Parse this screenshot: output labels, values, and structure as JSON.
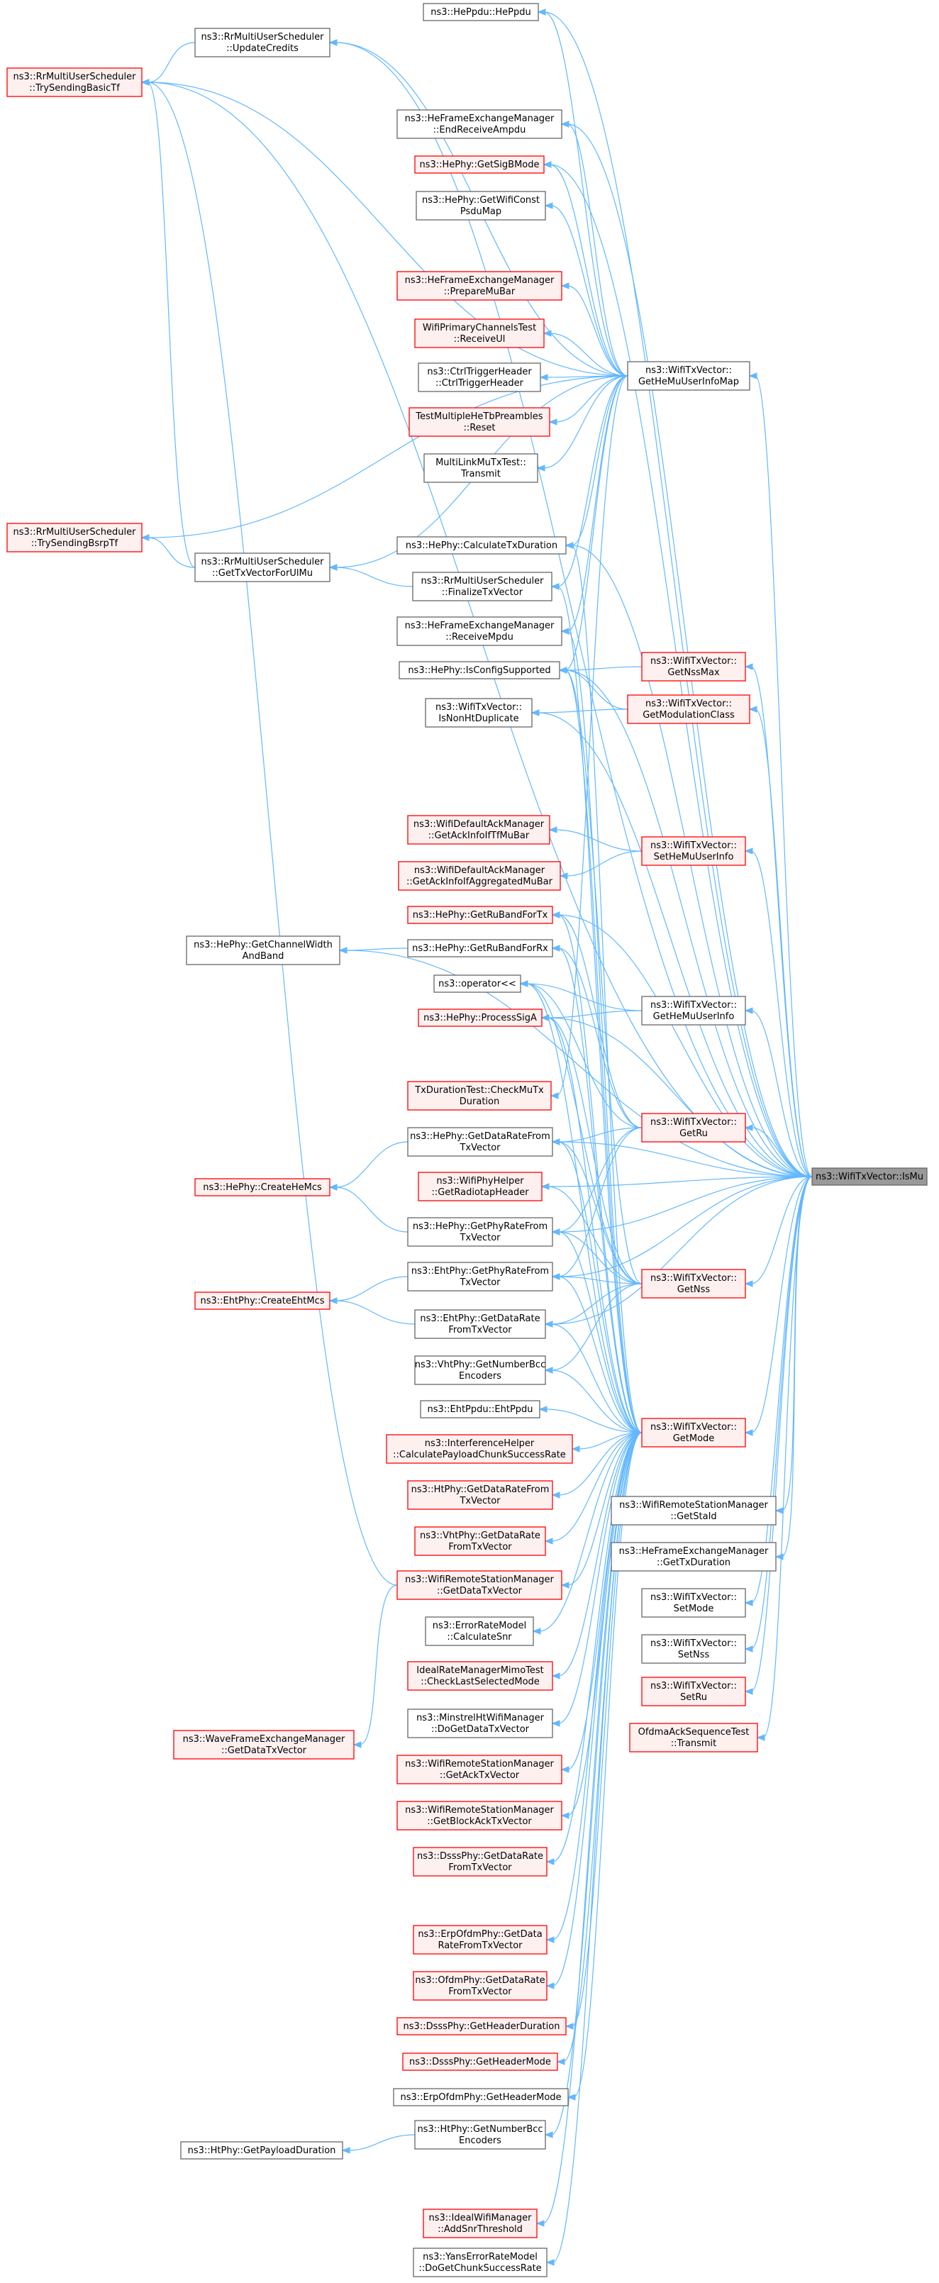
{
  "colors": {
    "edge": "#63b8ff",
    "node_border_normal": "#666666",
    "node_border_undocumented": "#ff0000",
    "node_fill_normal": "#ffffff",
    "node_fill_undocumented": "#fff0f0",
    "node_fill_focus": "#999999",
    "node_border_focus": "#666666"
  },
  "nodes": [
    {
      "id": "IsMu",
      "lines": [
        "ns3::WifiTxVector::IsMu"
      ],
      "style": "focus"
    },
    {
      "id": "HePpdu",
      "lines": [
        "ns3::HePpdu::HePpdu"
      ],
      "style": "normal"
    },
    {
      "id": "UpdateCredits",
      "lines": [
        "ns3::RrMultiUserScheduler",
        "::UpdateCredits"
      ],
      "style": "normal"
    },
    {
      "id": "TrySendingBasicTf",
      "lines": [
        "ns3::RrMultiUserScheduler",
        "::TrySendingBasicTf"
      ],
      "style": "red"
    },
    {
      "id": "EndReceiveAmpdu",
      "lines": [
        "ns3::HeFrameExchangeManager",
        "::EndReceiveAmpdu"
      ],
      "style": "normal"
    },
    {
      "id": "GetSigBMode",
      "lines": [
        "ns3::HePhy::GetSigBMode"
      ],
      "style": "red"
    },
    {
      "id": "GetWifiConstPsduMap",
      "lines": [
        "ns3::HePhy::GetWifiConst",
        "PsduMap"
      ],
      "style": "normal"
    },
    {
      "id": "PrepareMuBar",
      "lines": [
        "ns3::HeFrameExchangeManager",
        "::PrepareMuBar"
      ],
      "style": "red"
    },
    {
      "id": "ReceiveUl",
      "lines": [
        "WifiPrimaryChannelsTest",
        "::ReceiveUl"
      ],
      "style": "red"
    },
    {
      "id": "CtrlTriggerHeader",
      "lines": [
        "ns3::CtrlTriggerHeader",
        "::CtrlTriggerHeader"
      ],
      "style": "normal"
    },
    {
      "id": "TbReset",
      "lines": [
        "TestMultipleHeTbPreambles",
        "::Reset"
      ],
      "style": "red"
    },
    {
      "id": "MultiLinkTransmit",
      "lines": [
        "MultiLinkMuTxTest::",
        "Transmit"
      ],
      "style": "normal"
    },
    {
      "id": "GetHeMuUserInfoMap",
      "lines": [
        "ns3::WifiTxVector::",
        "GetHeMuUserInfoMap"
      ],
      "style": "normal"
    },
    {
      "id": "TrySendingBsrpTf",
      "lines": [
        "ns3::RrMultiUserScheduler",
        "::TrySendingBsrpTf"
      ],
      "style": "red"
    },
    {
      "id": "GetTxVectorForUlMu",
      "lines": [
        "ns3::RrMultiUserScheduler",
        "::GetTxVectorForUlMu"
      ],
      "style": "normal"
    },
    {
      "id": "CalculateTxDuration",
      "lines": [
        "ns3::HePhy::CalculateTxDuration"
      ],
      "style": "normal"
    },
    {
      "id": "FinalizeTxVector",
      "lines": [
        "ns3::RrMultiUserScheduler",
        "::FinalizeTxVector"
      ],
      "style": "normal"
    },
    {
      "id": "ReceiveMpdu",
      "lines": [
        "ns3::HeFrameExchangeManager",
        "::ReceiveMpdu"
      ],
      "style": "normal"
    },
    {
      "id": "IsConfigSupported",
      "lines": [
        "ns3::HePhy::IsConfigSupported"
      ],
      "style": "normal"
    },
    {
      "id": "IsNonHtDuplicate",
      "lines": [
        "ns3::WifiTxVector::",
        "IsNonHtDuplicate"
      ],
      "style": "normal"
    },
    {
      "id": "GetNssMax",
      "lines": [
        "ns3::WifiTxVector::",
        "GetNssMax"
      ],
      "style": "red"
    },
    {
      "id": "GetModulationClass",
      "lines": [
        "ns3::WifiTxVector::",
        "GetModulationClass"
      ],
      "style": "red"
    },
    {
      "id": "GetAckInfoIfTfMuBar",
      "lines": [
        "ns3::WifiDefaultAckManager",
        "::GetAckInfoIfTfMuBar"
      ],
      "style": "red"
    },
    {
      "id": "GetAckInfoIfAggregatedMuBar",
      "lines": [
        "ns3::WifiDefaultAckManager",
        "::GetAckInfoIfAggregatedMuBar"
      ],
      "style": "red"
    },
    {
      "id": "SetHeMuUserInfo",
      "lines": [
        "ns3::WifiTxVector::",
        "SetHeMuUserInfo"
      ],
      "style": "red"
    },
    {
      "id": "GetChannelWidthAndBand",
      "lines": [
        "ns3::HePhy::GetChannelWidth",
        "AndBand"
      ],
      "style": "normal"
    },
    {
      "id": "GetRuBandForTx",
      "lines": [
        "ns3::HePhy::GetRuBandForTx"
      ],
      "style": "red"
    },
    {
      "id": "GetRuBandForRx",
      "lines": [
        "ns3::HePhy::GetRuBandForRx"
      ],
      "style": "normal"
    },
    {
      "id": "operatorLtLt",
      "lines": [
        "ns3::operator<<"
      ],
      "style": "normal"
    },
    {
      "id": "ProcessSigA",
      "lines": [
        "ns3::HePhy::ProcessSigA"
      ],
      "style": "red"
    },
    {
      "id": "GetHeMuUserInfo",
      "lines": [
        "ns3::WifiTxVector::",
        "GetHeMuUserInfo"
      ],
      "style": "normal"
    },
    {
      "id": "CheckMuTxDuration",
      "lines": [
        "TxDurationTest::CheckMuTx",
        "Duration"
      ],
      "style": "red"
    },
    {
      "id": "GetRu",
      "lines": [
        "ns3::WifiTxVector::",
        "GetRu"
      ],
      "style": "red"
    },
    {
      "id": "HeGetDataRateFromTxVector",
      "lines": [
        "ns3::HePhy::GetDataRateFrom",
        "TxVector"
      ],
      "style": "normal"
    },
    {
      "id": "CreateHeMcs",
      "lines": [
        "ns3::HePhy::CreateHeMcs"
      ],
      "style": "red"
    },
    {
      "id": "GetRadiotapHeader",
      "lines": [
        "ns3::WifiPhyHelper",
        "::GetRadiotapHeader"
      ],
      "style": "red"
    },
    {
      "id": "HeGetPhyRateFromTxVector",
      "lines": [
        "ns3::HePhy::GetPhyRateFrom",
        "TxVector"
      ],
      "style": "normal"
    },
    {
      "id": "EhtGetPhyRateFromTxVector",
      "lines": [
        "ns3::EhtPhy::GetPhyRateFrom",
        "TxVector"
      ],
      "style": "normal"
    },
    {
      "id": "CreateEhtMcs",
      "lines": [
        "ns3::EhtPhy::CreateEhtMcs"
      ],
      "style": "red"
    },
    {
      "id": "GetNss",
      "lines": [
        "ns3::WifiTxVector::",
        "GetNss"
      ],
      "style": "red"
    },
    {
      "id": "EhtGetDataRateFromTxVector",
      "lines": [
        "ns3::EhtPhy::GetDataRate",
        "FromTxVector"
      ],
      "style": "normal"
    },
    {
      "id": "VhtGetNumberBccEncoders",
      "lines": [
        "ns3::VhtPhy::GetNumberBcc",
        "Encoders"
      ],
      "style": "normal"
    },
    {
      "id": "EhtPpdu",
      "lines": [
        "ns3::EhtPpdu::EhtPpdu"
      ],
      "style": "normal"
    },
    {
      "id": "CalculatePayloadChunkSuccessRate",
      "lines": [
        "ns3::InterferenceHelper",
        "::CalculatePayloadChunkSuccessRate"
      ],
      "style": "red"
    },
    {
      "id": "GetMode",
      "lines": [
        "ns3::WifiTxVector::",
        "GetMode"
      ],
      "style": "red"
    },
    {
      "id": "HtGetDataRateFromTxVector",
      "lines": [
        "ns3::HtPhy::GetDataRateFrom",
        "TxVector"
      ],
      "style": "red"
    },
    {
      "id": "VhtGetDataRateFromTxVector",
      "lines": [
        "ns3::VhtPhy::GetDataRate",
        "FromTxVector"
      ],
      "style": "red"
    },
    {
      "id": "GetStaId",
      "lines": [
        "ns3::WifiRemoteStationManager",
        "::GetStaId"
      ],
      "style": "normal"
    },
    {
      "id": "GetTxDuration",
      "lines": [
        "ns3::HeFrameExchangeManager",
        "::GetTxDuration"
      ],
      "style": "normal"
    },
    {
      "id": "RsmGetDataTxVector",
      "lines": [
        "ns3::WifiRemoteStationManager",
        "::GetDataTxVector"
      ],
      "style": "red"
    },
    {
      "id": "SetMode",
      "lines": [
        "ns3::WifiTxVector::",
        "SetMode"
      ],
      "style": "normal"
    },
    {
      "id": "CalculateSnr",
      "lines": [
        "ns3::ErrorRateModel",
        "::CalculateSnr"
      ],
      "style": "normal"
    },
    {
      "id": "SetNss",
      "lines": [
        "ns3::WifiTxVector::",
        "SetNss"
      ],
      "style": "normal"
    },
    {
      "id": "CheckLastSelectedMode",
      "lines": [
        "IdealRateManagerMimoTest",
        "::CheckLastSelectedMode"
      ],
      "style": "red"
    },
    {
      "id": "SetRu",
      "lines": [
        "ns3::WifiTxVector::",
        "SetRu"
      ],
      "style": "red"
    },
    {
      "id": "OfdmaTransmit",
      "lines": [
        "OfdmaAckSequenceTest",
        "::Transmit"
      ],
      "style": "red"
    },
    {
      "id": "WaveGetDataTxVector",
      "lines": [
        "ns3::WaveFrameExchangeManager",
        "::GetDataTxVector"
      ],
      "style": "red"
    },
    {
      "id": "MinstrelDoGetDataTxVector",
      "lines": [
        "ns3::MinstrelHtWifiManager",
        "::DoGetDataTxVector"
      ],
      "style": "normal"
    },
    {
      "id": "GetAckTxVector",
      "lines": [
        "ns3::WifiRemoteStationManager",
        "::GetAckTxVector"
      ],
      "style": "red"
    },
    {
      "id": "GetBlockAckTxVector",
      "lines": [
        "ns3::WifiRemoteStationManager",
        "::GetBlockAckTxVector"
      ],
      "style": "red"
    },
    {
      "id": "DsssGetDataRateFromTxVector",
      "lines": [
        "ns3::DsssPhy::GetDataRate",
        "FromTxVector"
      ],
      "style": "red"
    },
    {
      "id": "ErpGetDataRateFromTxVector",
      "lines": [
        "ns3::ErpOfdmPhy::GetData",
        "RateFromTxVector"
      ],
      "style": "red"
    },
    {
      "id": "OfdmGetDataRateFromTxVector",
      "lines": [
        "ns3::OfdmPhy::GetDataRate",
        "FromTxVector"
      ],
      "style": "red"
    },
    {
      "id": "DsssGetHeaderDuration",
      "lines": [
        "ns3::DsssPhy::GetHeaderDuration"
      ],
      "style": "red"
    },
    {
      "id": "DsssGetHeaderMode",
      "lines": [
        "ns3::DsssPhy::GetHeaderMode"
      ],
      "style": "red"
    },
    {
      "id": "ErpGetHeaderMode",
      "lines": [
        "ns3::ErpOfdmPhy::GetHeaderMode"
      ],
      "style": "normal"
    },
    {
      "id": "HtGetPayloadDuration",
      "lines": [
        "ns3::HtPhy::GetPayloadDuration"
      ],
      "style": "normal"
    },
    {
      "id": "HtGetNumberBccEncoders",
      "lines": [
        "ns3::HtPhy::GetNumberBcc",
        "Encoders"
      ],
      "style": "normal"
    },
    {
      "id": "AddSnrThreshold",
      "lines": [
        "ns3::IdealWifiManager",
        "::AddSnrThreshold"
      ],
      "style": "red"
    },
    {
      "id": "DoGetChunkSuccessRate",
      "lines": [
        "ns3::YansErrorRateModel",
        "::DoGetChunkSuccessRate"
      ],
      "style": "normal"
    }
  ],
  "edges": [
    [
      "HePpdu",
      "IsMu"
    ],
    [
      "UpdateCredits",
      "IsMu"
    ],
    [
      "TrySendingBasicTf",
      "IsMu"
    ],
    [
      "EndReceiveAmpdu",
      "IsMu"
    ],
    [
      "GetSigBMode",
      "IsMu"
    ],
    [
      "GetHeMuUserInfoMap",
      "IsMu"
    ],
    [
      "GetNssMax",
      "IsMu"
    ],
    [
      "GetModulationClass",
      "IsMu"
    ],
    [
      "SetHeMuUserInfo",
      "IsMu"
    ],
    [
      "GetHeMuUserInfo",
      "IsMu"
    ],
    [
      "GetRu",
      "IsMu"
    ],
    [
      "GetNss",
      "IsMu"
    ],
    [
      "GetMode",
      "IsMu"
    ],
    [
      "GetStaId",
      "IsMu"
    ],
    [
      "GetTxDuration",
      "IsMu"
    ],
    [
      "SetMode",
      "IsMu"
    ],
    [
      "SetNss",
      "IsMu"
    ],
    [
      "SetRu",
      "IsMu"
    ],
    [
      "OfdmaTransmit",
      "IsMu"
    ],
    [
      "CalculateTxDuration",
      "IsMu"
    ],
    [
      "IsConfigSupported",
      "IsMu"
    ],
    [
      "IsNonHtDuplicate",
      "IsMu"
    ],
    [
      "GetChannelWidthAndBand",
      "IsMu"
    ],
    [
      "GetRuBandForTx",
      "IsMu"
    ],
    [
      "ProcessSigA",
      "IsMu"
    ],
    [
      "HeGetDataRateFromTxVector",
      "IsMu"
    ],
    [
      "HeGetPhyRateFromTxVector",
      "IsMu"
    ],
    [
      "EhtGetPhyRateFromTxVector",
      "IsMu"
    ],
    [
      "EhtGetDataRateFromTxVector",
      "IsMu"
    ],
    [
      "GetRadiotapHeader",
      "IsMu"
    ],
    [
      "GetWifiConstPsduMap",
      "GetHeMuUserInfoMap"
    ],
    [
      "PrepareMuBar",
      "GetHeMuUserInfoMap"
    ],
    [
      "ReceiveUl",
      "GetHeMuUserInfoMap"
    ],
    [
      "CtrlTriggerHeader",
      "GetHeMuUserInfoMap"
    ],
    [
      "TbReset",
      "GetHeMuUserInfoMap"
    ],
    [
      "MultiLinkTransmit",
      "GetHeMuUserInfoMap"
    ],
    [
      "HePpdu",
      "GetHeMuUserInfoMap"
    ],
    [
      "UpdateCredits",
      "GetHeMuUserInfoMap"
    ],
    [
      "TrySendingBasicTf",
      "GetHeMuUserInfoMap"
    ],
    [
      "EndReceiveAmpdu",
      "GetHeMuUserInfoMap"
    ],
    [
      "GetSigBMode",
      "GetHeMuUserInfoMap"
    ],
    [
      "TrySendingBsrpTf",
      "GetHeMuUserInfoMap"
    ],
    [
      "FinalizeTxVector",
      "GetHeMuUserInfoMap"
    ],
    [
      "ReceiveMpdu",
      "GetHeMuUserInfoMap"
    ],
    [
      "CalculateTxDuration",
      "GetHeMuUserInfoMap"
    ],
    [
      "IsConfigSupported",
      "GetHeMuUserInfoMap"
    ],
    [
      "GetTxVectorForUlMu",
      "GetHeMuUserInfoMap"
    ],
    [
      "TrySendingBasicTf",
      "UpdateCredits"
    ],
    [
      "TrySendingBasicTf",
      "GetTxVectorForUlMu"
    ],
    [
      "TrySendingBsrpTf",
      "GetTxVectorForUlMu"
    ],
    [
      "GetTxVectorForUlMu",
      "FinalizeTxVector"
    ],
    [
      "IsConfigSupported",
      "GetNssMax"
    ],
    [
      "IsConfigSupported",
      "GetModulationClass"
    ],
    [
      "IsNonHtDuplicate",
      "GetModulationClass"
    ],
    [
      "GetAckInfoIfTfMuBar",
      "SetHeMuUserInfo"
    ],
    [
      "GetAckInfoIfAggregatedMuBar",
      "SetHeMuUserInfo"
    ],
    [
      "GetChannelWidthAndBand",
      "GetRuBandForRx"
    ],
    [
      "operatorLtLt",
      "GetHeMuUserInfo"
    ],
    [
      "ProcessSigA",
      "GetHeMuUserInfo"
    ],
    [
      "GetRuBandForTx",
      "GetRu"
    ],
    [
      "GetRuBandForRx",
      "GetRu"
    ],
    [
      "operatorLtLt",
      "GetRu"
    ],
    [
      "CreateHeMcs",
      "HeGetDataRateFromTxVector"
    ],
    [
      "CreateHeMcs",
      "HeGetPhyRateFromTxVector"
    ],
    [
      "CreateEhtMcs",
      "EhtGetPhyRateFromTxVector"
    ],
    [
      "CreateEhtMcs",
      "EhtGetDataRateFromTxVector"
    ],
    [
      "HeGetDataRateFromTxVector",
      "GetRu"
    ],
    [
      "HeGetPhyRateFromTxVector",
      "GetRu"
    ],
    [
      "EhtGetPhyRateFromTxVector",
      "GetRu"
    ],
    [
      "HeGetDataRateFromTxVector",
      "GetNss"
    ],
    [
      "HeGetPhyRateFromTxVector",
      "GetNss"
    ],
    [
      "EhtGetPhyRateFromTxVector",
      "GetNss"
    ],
    [
      "EhtGetDataRateFromTxVector",
      "GetNss"
    ],
    [
      "VhtGetNumberBccEncoders",
      "GetNss"
    ],
    [
      "GetRadiotapHeader",
      "GetNss"
    ],
    [
      "operatorLtLt",
      "GetNss"
    ],
    [
      "ProcessSigA",
      "GetNss"
    ],
    [
      "CheckMuTxDuration",
      "GetHeMuUserInfoMap"
    ],
    [
      "IsConfigSupported",
      "GetNss"
    ],
    [
      "EhtPpdu",
      "GetMode"
    ],
    [
      "CalculatePayloadChunkSuccessRate",
      "GetMode"
    ],
    [
      "HtGetDataRateFromTxVector",
      "GetMode"
    ],
    [
      "VhtGetDataRateFromTxVector",
      "GetMode"
    ],
    [
      "RsmGetDataTxVector",
      "GetMode"
    ],
    [
      "CalculateSnr",
      "GetMode"
    ],
    [
      "CheckLastSelectedMode",
      "GetMode"
    ],
    [
      "MinstrelDoGetDataTxVector",
      "GetMode"
    ],
    [
      "GetAckTxVector",
      "GetMode"
    ],
    [
      "GetBlockAckTxVector",
      "GetMode"
    ],
    [
      "DsssGetDataRateFromTxVector",
      "GetMode"
    ],
    [
      "ErpGetDataRateFromTxVector",
      "GetMode"
    ],
    [
      "OfdmGetDataRateFromTxVector",
      "GetMode"
    ],
    [
      "DsssGetHeaderDuration",
      "GetMode"
    ],
    [
      "DsssGetHeaderMode",
      "GetMode"
    ],
    [
      "ErpGetHeaderMode",
      "GetMode"
    ],
    [
      "HtGetNumberBccEncoders",
      "GetMode"
    ],
    [
      "AddSnrThreshold",
      "GetMode"
    ],
    [
      "DoGetChunkSuccessRate",
      "GetMode"
    ],
    [
      "HtGetPayloadDuration",
      "HtGetNumberBccEncoders"
    ],
    [
      "WaveGetDataTxVector",
      "RsmGetDataTxVector"
    ],
    [
      "TrySendingBasicTf",
      "RsmGetDataTxVector"
    ],
    [
      "HeGetDataRateFromTxVector",
      "GetMode"
    ],
    [
      "HeGetPhyRateFromTxVector",
      "GetMode"
    ],
    [
      "EhtGetPhyRateFromTxVector",
      "GetMode"
    ],
    [
      "EhtGetDataRateFromTxVector",
      "GetMode"
    ],
    [
      "VhtGetNumberBccEncoders",
      "GetMode"
    ],
    [
      "ProcessSigA",
      "GetMode"
    ],
    [
      "operatorLtLt",
      "GetMode"
    ],
    [
      "IsConfigSupported",
      "GetMode"
    ],
    [
      "ReceiveMpdu",
      "GetMode"
    ],
    [
      "CalculateTxDuration",
      "GetMode"
    ],
    [
      "FinalizeTxVector",
      "GetMode"
    ],
    [
      "GetRuBandForTx",
      "GetMode"
    ],
    [
      "GetRuBandForRx",
      "GetMode"
    ]
  ]
}
